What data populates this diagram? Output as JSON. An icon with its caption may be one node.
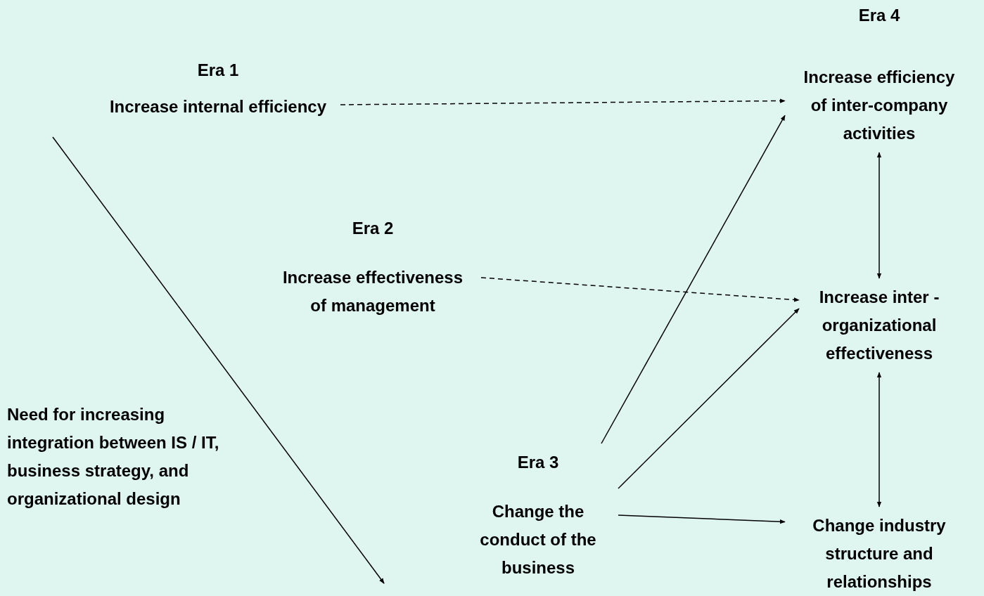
{
  "diagram": {
    "nodes": [
      {
        "text": [
          "Era 1",
          "Increase internal efficiency"
        ]
      },
      {
        "text": [
          "Era 2",
          "Increase effectiveness of management"
        ]
      },
      {
        "text": [
          "Era 3",
          "Change the conduct of the business"
        ]
      },
      {
        "text": [
          "Era 4",
          "Increase efficiency of inter-company activities"
        ]
      },
      {
        "text": [
          "Increase inter - organizational effectiveness"
        ]
      },
      {
        "text": [
          "Change industry structure and relationships"
        ]
      }
    ],
    "edges": [
      {
        "from": 0,
        "to": 3,
        "arrow": "to",
        "style": "dashed"
      },
      {
        "from": 1,
        "to": 4,
        "arrow": "to",
        "style": "dashed"
      },
      {
        "from": 2,
        "to": 3,
        "arrow": "to"
      },
      {
        "from": 2,
        "to": 4,
        "arrow": "to"
      },
      {
        "from": 2,
        "to": 5,
        "arrow": "to"
      },
      {
        "from": 3,
        "to": 4,
        "arrow": "both"
      },
      {
        "from": 4,
        "to": 5,
        "arrow": "both"
      }
    ],
    "labels": [
      "Need for increasing integration between IS / IT, business strategy, and organizational design"
    ]
  }
}
